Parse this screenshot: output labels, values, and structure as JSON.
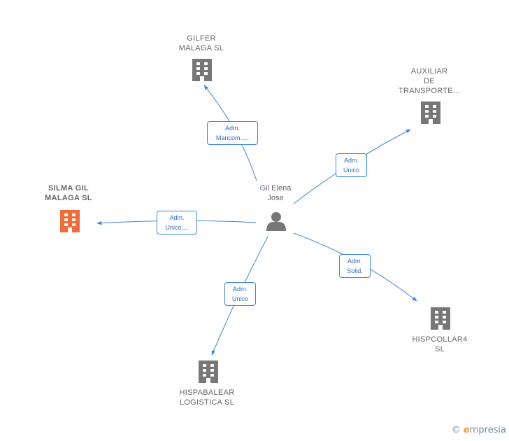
{
  "center": {
    "name": "Gil Elena\nJose",
    "icon": "person-icon"
  },
  "nodes": [
    {
      "id": "gilfer",
      "label": "GILFER\nMALAGA  SL",
      "icon": "building-icon",
      "color": "#777777",
      "highlight": false
    },
    {
      "id": "auxiliar",
      "label": "AUXILIAR\nDE\nTRANSPORTE...",
      "icon": "building-icon",
      "color": "#777777",
      "highlight": false
    },
    {
      "id": "silma",
      "label": "SILMA GIL\nMALAGA  SL",
      "icon": "building-icon",
      "color": "#f26b3a",
      "highlight": true
    },
    {
      "id": "hispcollar",
      "label": "HISPCOLLAR4\nSL",
      "icon": "building-icon",
      "color": "#777777",
      "highlight": false
    },
    {
      "id": "hispabalear",
      "label": "HISPABALEAR\nLOGISTICA  SL",
      "icon": "building-icon",
      "color": "#777777",
      "highlight": false
    }
  ],
  "edges": [
    {
      "to": "gilfer",
      "label": "Adm.\nMancom.,..."
    },
    {
      "to": "auxiliar",
      "label": "Adm.\nUnico"
    },
    {
      "to": "silma",
      "label": "Adm.\nUnico,..."
    },
    {
      "to": "hispcollar",
      "label": "Adm.\nSolid."
    },
    {
      "to": "hispabalear",
      "label": "Adm.\nUnico"
    }
  ],
  "colors": {
    "edge": "#3b86d9",
    "node": "#777777",
    "highlight": "#f26b3a"
  },
  "footer": {
    "copyright": "©",
    "brand_initial": "e",
    "brand_rest": "mpresia"
  }
}
